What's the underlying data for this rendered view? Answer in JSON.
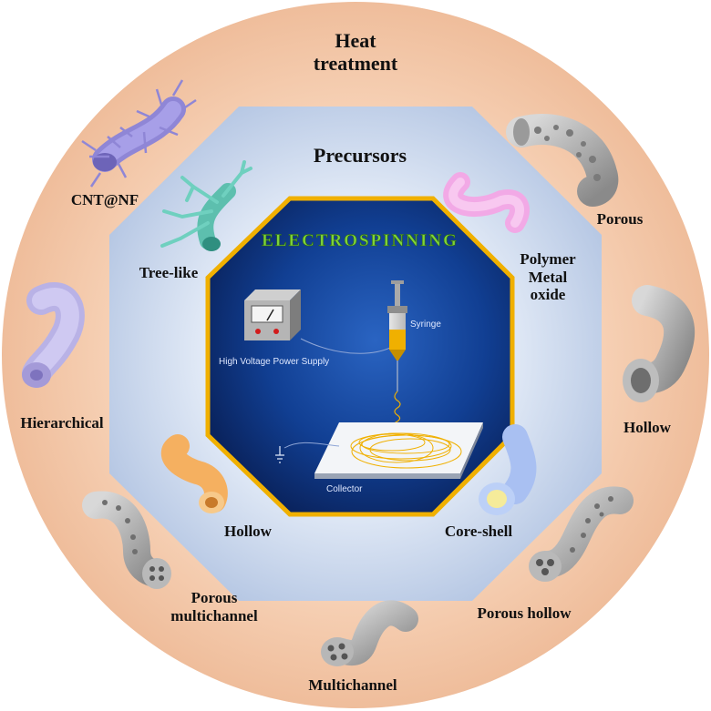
{
  "outer_title": {
    "line1": "Heat",
    "line2": "treatment"
  },
  "precursors_title": "Precursors",
  "electrospinning": {
    "title": "ELECTROSPINNING",
    "power_supply": "High Voltage Power Supply",
    "syringe": "Syringe",
    "collector": "Collector"
  },
  "outer_labels": {
    "cnt": "CNT@NF",
    "porous": "Porous",
    "hollow_right": "Hollow",
    "porous_hollow": "Porous hollow",
    "multichannel": "Multichannel",
    "porous_multichannel": {
      "line1": "Porous",
      "line2": "multichannel"
    },
    "hierarchical": "Hierarchical"
  },
  "inner_labels": {
    "tree_like": "Tree-like",
    "polymer": {
      "line1": "Polymer",
      "line2": "Metal",
      "line3": "oxide"
    },
    "hollow_left": "Hollow",
    "core_shell": "Core-shell"
  },
  "colors": {
    "outer_ring": "#f2c3a3",
    "octagon": "#c9d6ec",
    "inner_bg": "#0d2f7a",
    "inner_border": "#f0b000",
    "electrospinning_text": "#7fd23a"
  }
}
